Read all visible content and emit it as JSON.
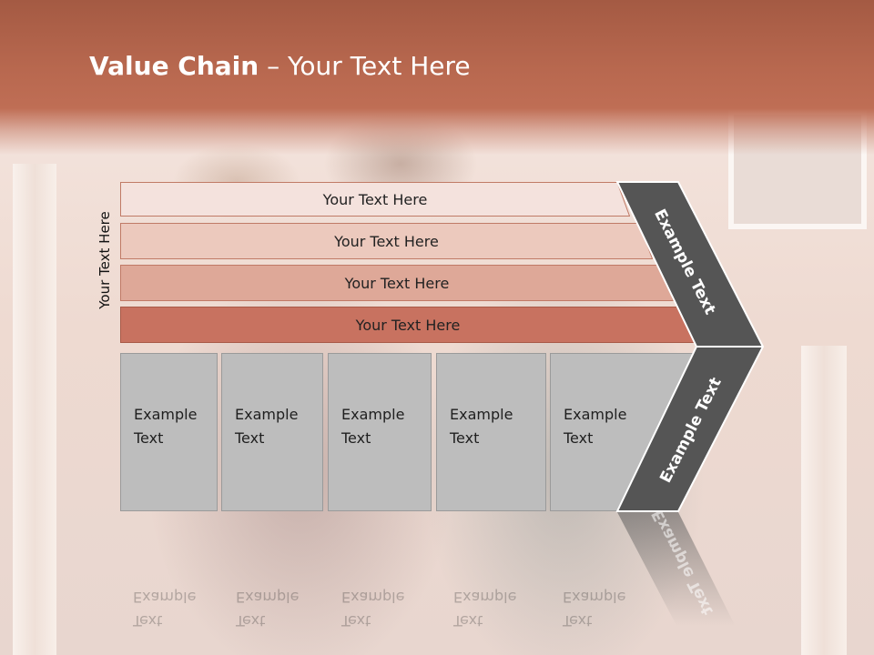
{
  "slide": {
    "title_bold": "Value Chain",
    "title_rest": " – Your Text Here",
    "side_label": "Your Text Here"
  },
  "bars": [
    {
      "label": "Your Text Here",
      "color": "#f4e2dd"
    },
    {
      "label": "Your Text Here",
      "color": "#ecc9bd"
    },
    {
      "label": "Your Text Here",
      "color": "#dea898"
    },
    {
      "label": "Your Text Here",
      "color": "#c87260"
    }
  ],
  "boxes": [
    {
      "line1": "Example",
      "line2": "Text"
    },
    {
      "line1": "Example",
      "line2": "Text"
    },
    {
      "line1": "Example",
      "line2": "Text"
    },
    {
      "line1": "Example",
      "line2": "Text"
    },
    {
      "line1": "Example",
      "line2": "Text"
    }
  ],
  "chevron": {
    "upper_label": "Example Text",
    "lower_label": "Example Text",
    "color": "#555555"
  },
  "colors": {
    "header": "#b8684f",
    "box_fill": "#bdbdbd"
  }
}
